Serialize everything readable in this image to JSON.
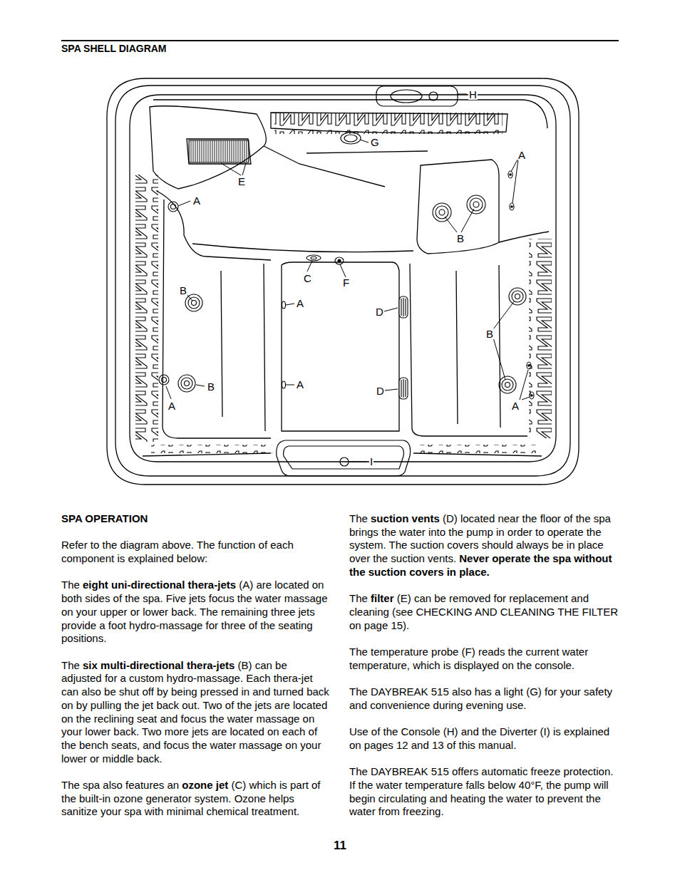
{
  "diagram": {
    "title": "SPA SHELL DIAGRAM",
    "labels": [
      "SPA OPERATION",
      "Refer to the diagram above. The function of each component is explained below:",
      "The",
      "eight uni-directional thera-jets",
      "(A) are located on both sides of the spa. Five jets focus the water massage on your upper or lower back. The remaining three jets provide a foot hydro-massage for three of the seating positions.",
      "The",
      "six multi-directional thera-jets",
      "(B) can be adjusted for a custom hydro-massage. Each thera-jet can also be shut off by being pressed in and turned back on by pulling the jet back out. Two of the jets are located on the reclining seat and focus the water massage on your lower back. Two more jets are located on each of the bench seats, and focus the water massage on your lower or middle back.",
      "The spa also features an",
      "ozone jet",
      "(C) which is part of the built-in ozone generator system. Ozone helps sanitize your spa with minimal chemical treatment.",
      "The",
      "suction vents",
      "(D) located near the floor of the spa brings the water into the pump in order to operate the system. The suction covers should always be in place over the suction vents.",
      "Never operate the spa without the suction covers in place.",
      "The",
      "filter",
      "(E) can be removed for replacement and cleaning (see CHECKING AND CLEANING THE FILTER on page 15).",
      "The temperature probe (F) reads the current water temperature, which is displayed on the console.",
      "The DAYBREAK 515 also has a light (G) for your safety and convenience during evening use.",
      "Use of the Console (H) and the Diverter (I) is explained on pages 12 and 13 of this manual.",
      "The DAYBREAK 515 offers automatic freeze protection. If the water temperature falls below 40°F, the pump will begin circulating and heating the water to prevent the water from freezing.",
      "11",
      "H",
      "G",
      "A",
      "E",
      "A",
      "B",
      "C",
      "F",
      "B",
      "A",
      "D",
      "B",
      "A",
      "D",
      "B",
      "A",
      "A",
      "I"
    ]
  }
}
